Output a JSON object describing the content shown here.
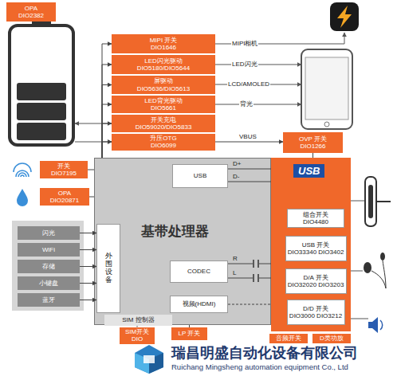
{
  "diagram": {
    "nodes": [
      {
        "text": [
          "OPA",
          "DIO2382"
        ]
      },
      {
        "text": [
          "MIPI 开关",
          "DIO1646"
        ]
      },
      {
        "text": [
          "LED闪光驱动",
          "DIO5180/DIO5644"
        ]
      },
      {
        "text": [
          "屏驱动",
          "DIO5636/DIO5613"
        ]
      },
      {
        "text": [
          "LED背光驱动",
          "DIO5661"
        ]
      },
      {
        "text": [
          "开关充电",
          "DIO59020/DIO5833"
        ]
      },
      {
        "text": [
          "升压OTG",
          "DIO6099"
        ]
      },
      {
        "text": [
          "开关",
          "DIO7195"
        ]
      },
      {
        "text": [
          "OPA",
          "DIO20871"
        ]
      },
      {
        "text": [
          "OVP 开关",
          "DIO1266"
        ]
      },
      {
        "text": [
          "基带处理器"
        ]
      },
      {
        "text": [
          "USB"
        ],
        "in": 10
      },
      {
        "text": [
          "外围设备"
        ],
        "in": 10
      },
      {
        "text": [
          "CODEC"
        ],
        "in": 10
      },
      {
        "text": [
          "视频(HDMI)"
        ],
        "in": 10
      },
      {
        "text": [
          "SIM 控制器"
        ],
        "in": 10
      },
      {
        "text": [
          "闪光"
        ]
      },
      {
        "text": [
          "WiFi"
        ]
      },
      {
        "text": [
          "存储"
        ]
      },
      {
        "text": [
          "小键盘"
        ]
      },
      {
        "text": [
          "蓝牙"
        ]
      },
      {
        "text": [
          "USB"
        ]
      },
      {
        "text": [
          "组合开关",
          "DIO4480"
        ],
        "in": 21
      },
      {
        "text": [
          "USB 开关",
          "DIO33340 DIO3402"
        ],
        "in": 21
      },
      {
        "text": [
          "D/A 开关",
          "DIO32020 DIO3203"
        ],
        "in": 21
      },
      {
        "text": [
          "D/D 开关",
          "DIO3000 DIO3212"
        ],
        "in": 21
      },
      {
        "text": [
          "SIM开关",
          "DIO"
        ]
      },
      {
        "text": [
          "LP 开关"
        ]
      },
      {
        "text": [
          "音频开关"
        ]
      },
      {
        "text": [
          "D类功放"
        ]
      }
    ],
    "edges": [
      {
        "from": 10,
        "to": 1,
        "arrow": "to"
      },
      {
        "from": 10,
        "to": 2,
        "arrow": "to"
      },
      {
        "from": 10,
        "to": 3,
        "arrow": "to"
      },
      {
        "from": 10,
        "to": 4,
        "arrow": "to"
      },
      {
        "from": 10,
        "to": 5,
        "arrow": "to"
      },
      {
        "from": 10,
        "to": 6,
        "arrow": "to"
      },
      {
        "from": 6,
        "to": 9,
        "label": "VBUS",
        "arrow": "to"
      },
      {
        "from": 9,
        "to": 21,
        "arrow": "none"
      },
      {
        "from": 7,
        "to": 10,
        "arrow": "none"
      },
      {
        "from": 8,
        "to": 10,
        "arrow": "none"
      },
      {
        "from": 16,
        "to": 12,
        "arrow": "to"
      },
      {
        "from": 17,
        "to": 12,
        "arrow": "to"
      },
      {
        "from": 18,
        "to": 12,
        "arrow": "to"
      },
      {
        "from": 19,
        "to": 12,
        "arrow": "to"
      },
      {
        "from": 20,
        "to": 12,
        "arrow": "to"
      },
      {
        "from": 11,
        "to": 21,
        "label": "D+",
        "arrow": "none"
      },
      {
        "from": 11,
        "to": 21,
        "label": "D-",
        "arrow": "none"
      },
      {
        "from": 13,
        "to": 21,
        "label": "R",
        "arrow": "none"
      },
      {
        "from": 13,
        "to": 21,
        "label": "L",
        "arrow": "none"
      },
      {
        "from": 14,
        "to": 21,
        "arrow": "none"
      },
      {
        "from": 15,
        "to": 26,
        "arrow": "none"
      },
      {
        "from": 10,
        "to": 27,
        "arrow": "none"
      }
    ],
    "labels": [
      "MIPI相机",
      "LED闪光",
      "LCD/AMOLED",
      "背光",
      "瑞昌明盛自动化设备有限公司",
      "Ruichang Mingsheng automation equipment Co., Ltd"
    ]
  }
}
